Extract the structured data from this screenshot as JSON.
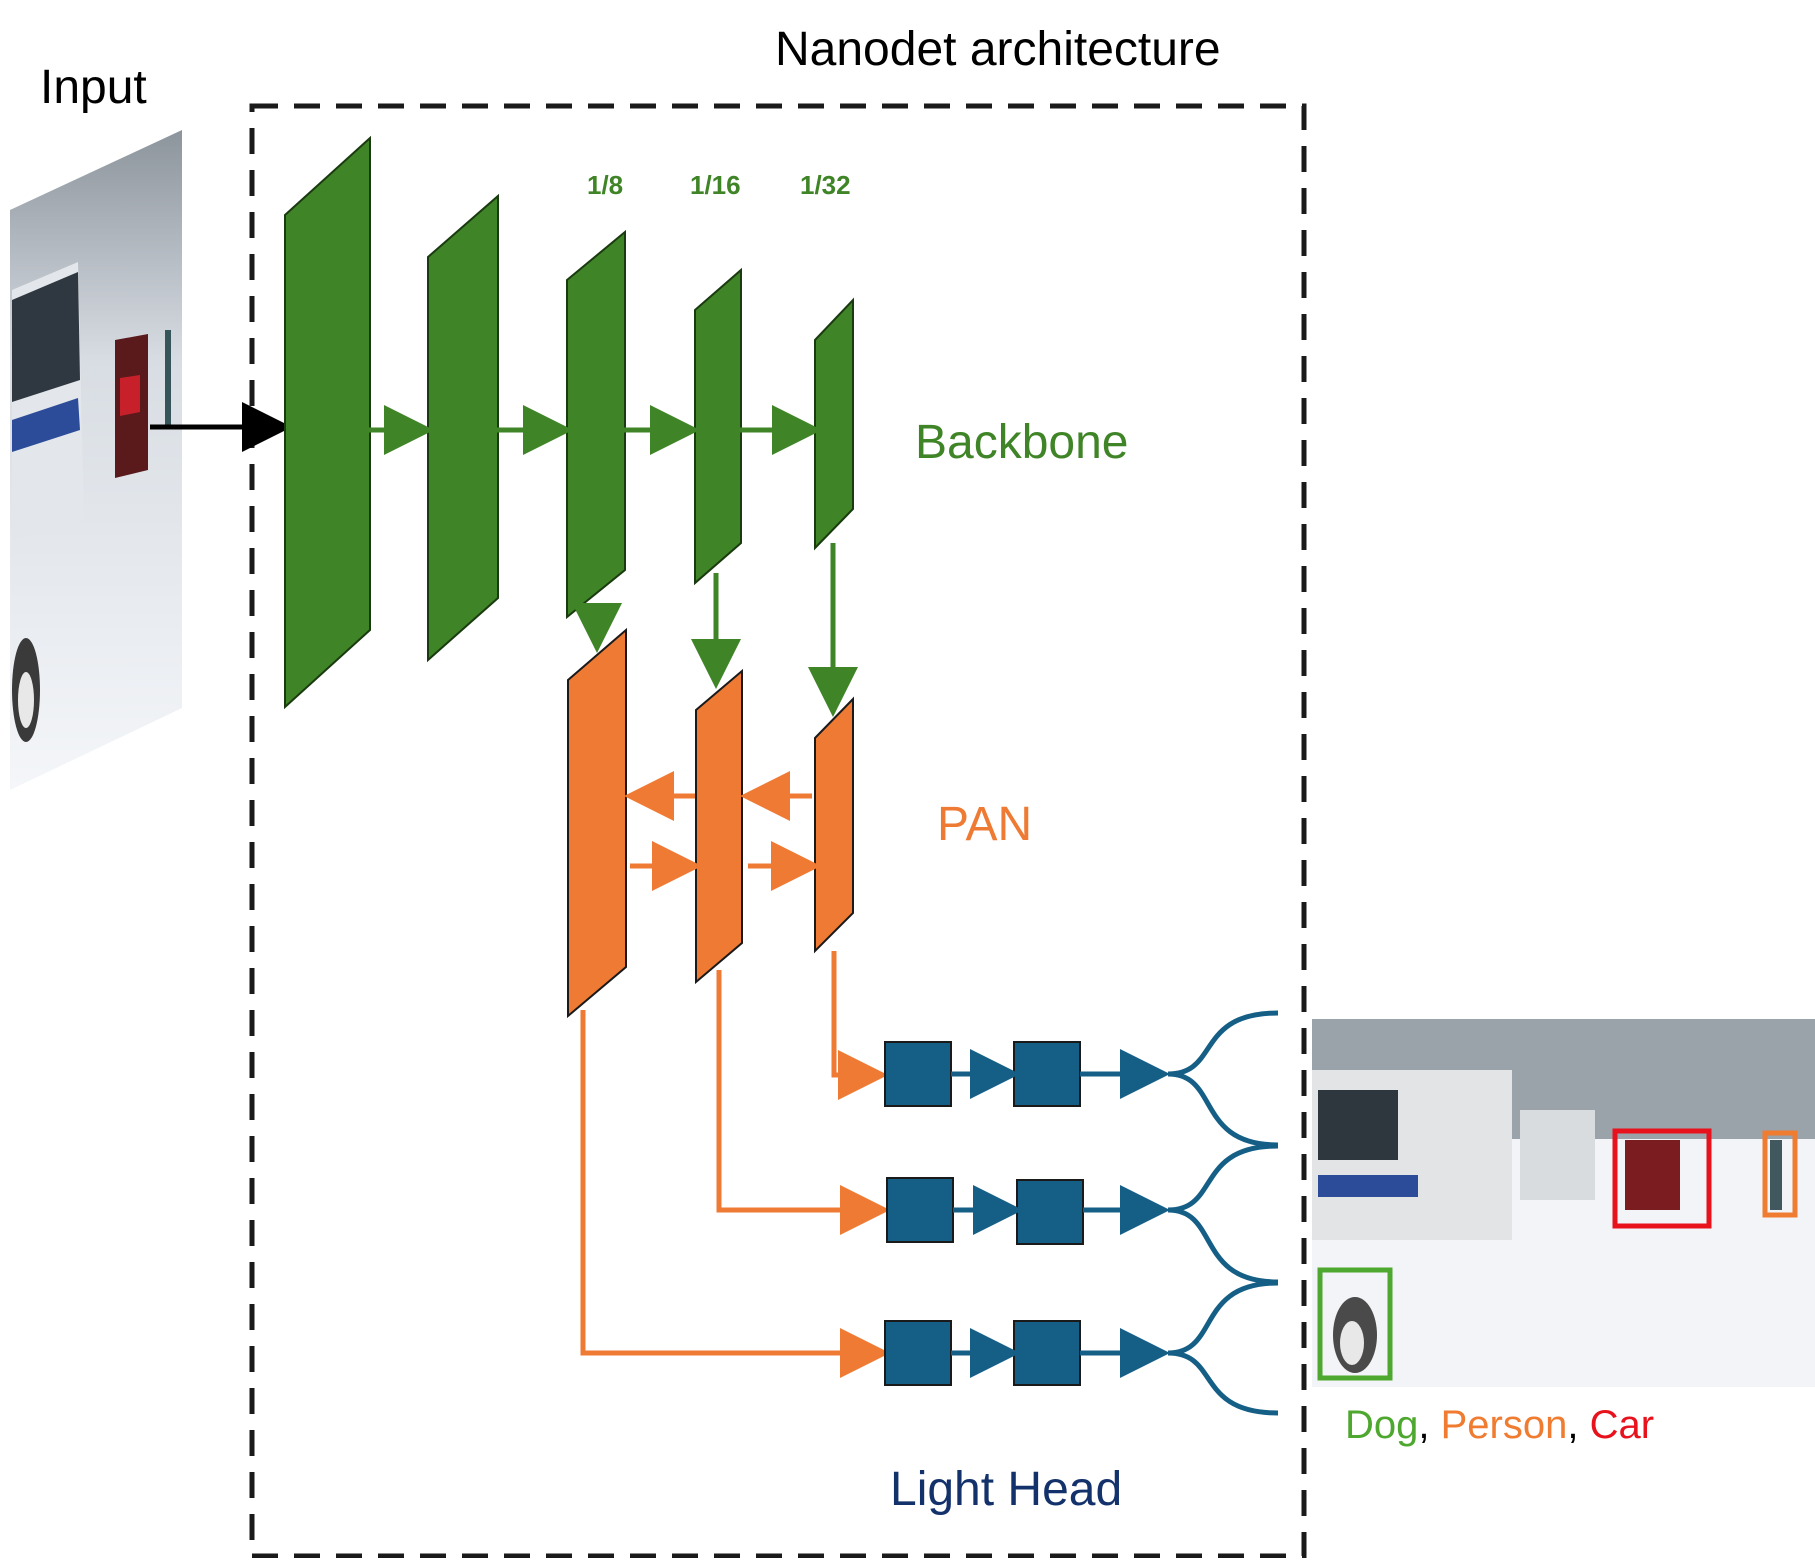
{
  "title": "Nanodet architecture",
  "input_label": "Input",
  "stage_labels": [
    "1/8",
    "1/16",
    "1/32"
  ],
  "sections": {
    "backbone": "Backbone",
    "pan": "PAN",
    "head": "Light Head"
  },
  "classes": [
    {
      "name": "Dog",
      "color": "#4ea72e"
    },
    {
      "name": "Person",
      "color": "#f07c32"
    },
    {
      "name": "Car",
      "color": "#e8121c"
    }
  ],
  "class_separator": ", ",
  "colors": {
    "backbone": "#3f8426",
    "pan": "#ef7a33",
    "head": "#155f86",
    "head_label": "#13316b",
    "border": "#1a1a1a"
  }
}
